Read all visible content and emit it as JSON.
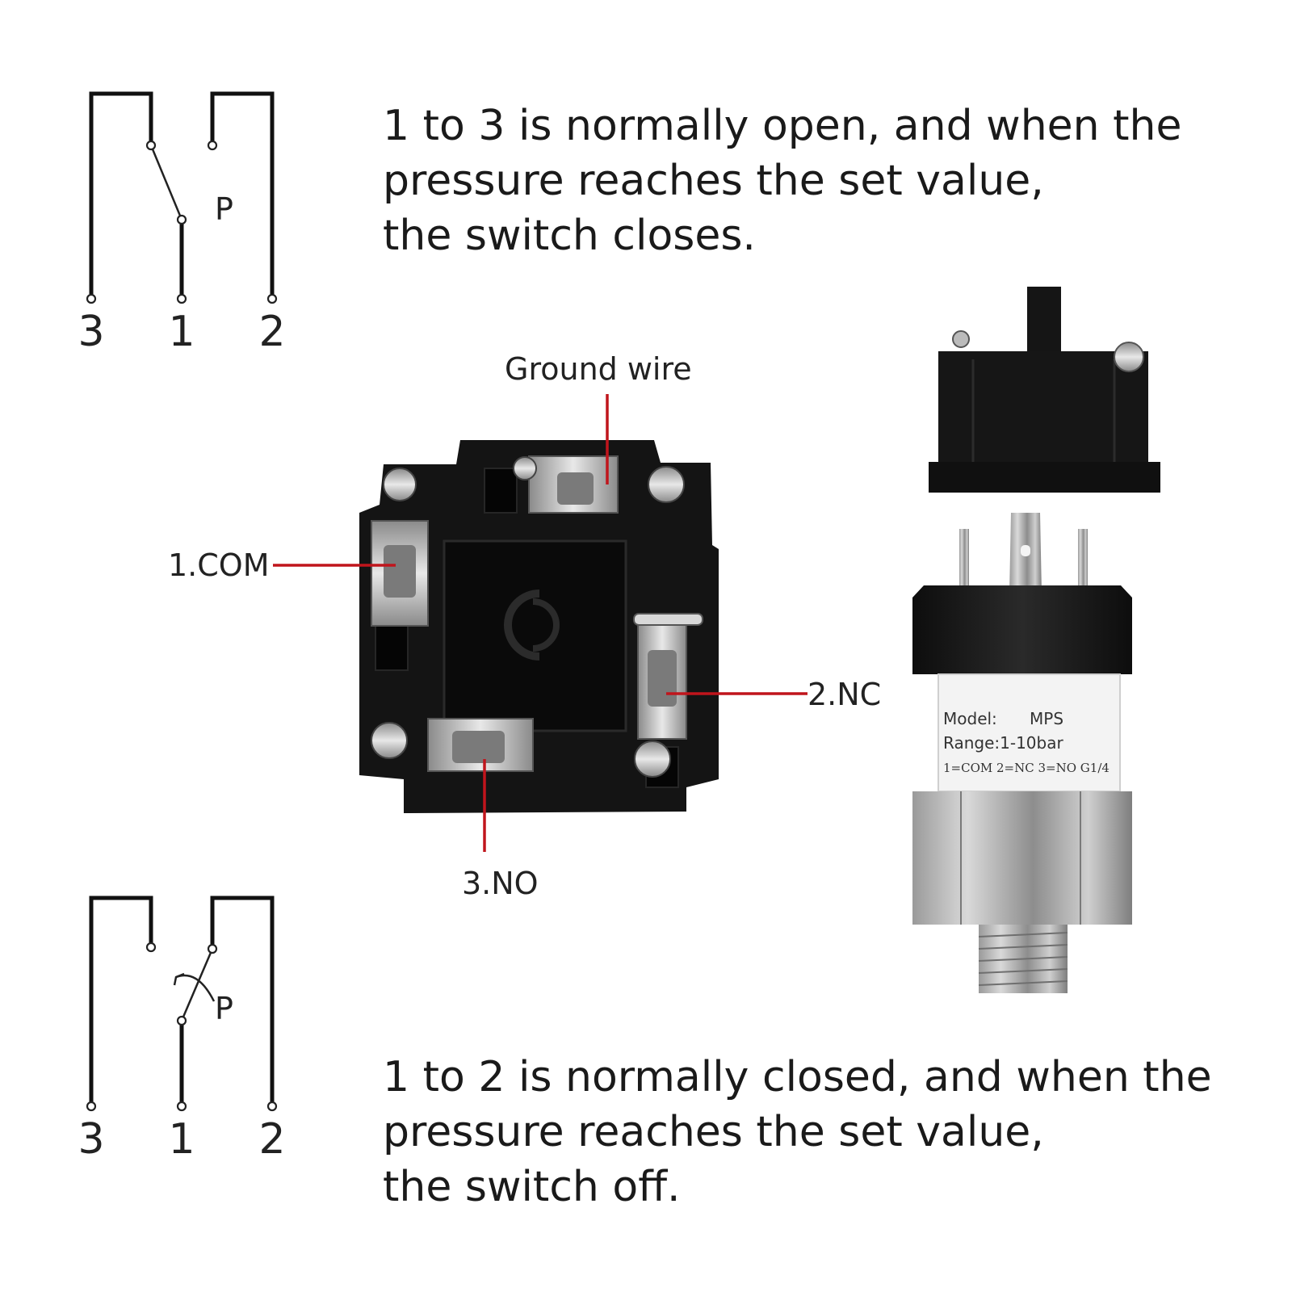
{
  "description_top": {
    "lines": [
      "1 to 3 is normally open, and when the",
      "pressure reaches the set value,",
      "the switch closes."
    ]
  },
  "description_bottom": {
    "lines": [
      "1 to 2 is normally closed, and when the",
      "pressure reaches the set value,",
      "the switch off."
    ]
  },
  "schematic_top": {
    "pins": [
      "3",
      "1",
      "2"
    ],
    "pressure_label": "P"
  },
  "schematic_bottom": {
    "pins": [
      "3",
      "1",
      "2"
    ],
    "pressure_label": "P"
  },
  "terminal_callouts": {
    "ground": "Ground wire",
    "com": "1.COM",
    "nc": "2.NC",
    "no": "3.NO"
  },
  "sensor_label": {
    "model_key": "Model:",
    "model_value": "MPS",
    "range": "Range:1-10bar",
    "pinout": "1=COM  2=NC  3=NO  G1/4"
  },
  "colors": {
    "callout_line": "#c0151c",
    "housing": "#141414",
    "steel": "#b8b8b8"
  }
}
